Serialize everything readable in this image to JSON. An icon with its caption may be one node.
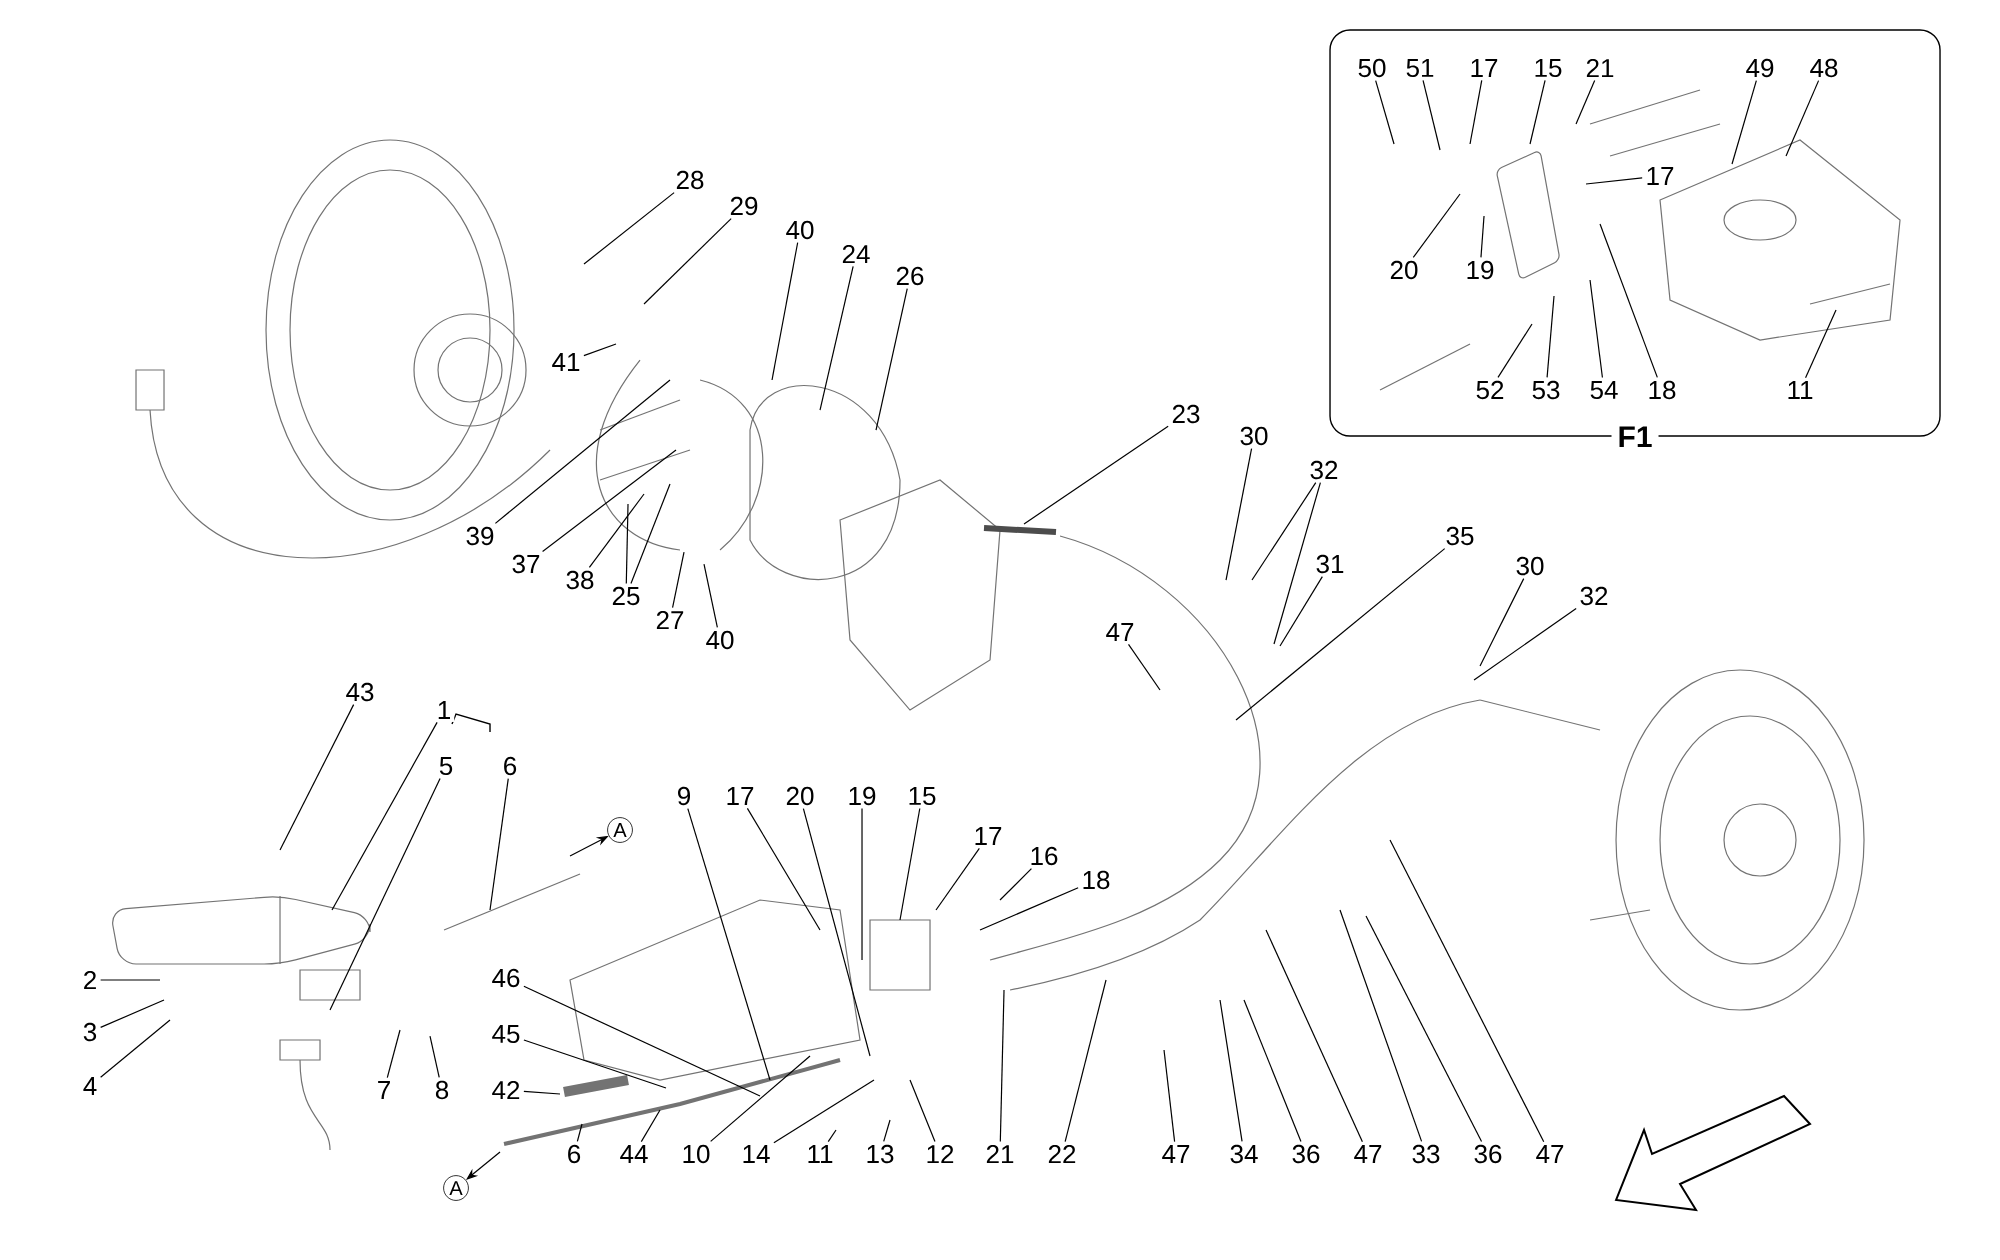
{
  "diagram": {
    "nodes": [
      {
        "text": [
          "F1"
        ]
      },
      {
        "text": [
          "50"
        ],
        "in": 0
      },
      {
        "text": [
          "51"
        ],
        "in": 0
      },
      {
        "text": [
          "17"
        ],
        "in": 0
      },
      {
        "text": [
          "15"
        ],
        "in": 0
      },
      {
        "text": [
          "21"
        ],
        "in": 0
      },
      {
        "text": [
          "49"
        ],
        "in": 0
      },
      {
        "text": [
          "48"
        ],
        "in": 0
      },
      {
        "text": [
          "17"
        ],
        "in": 0
      },
      {
        "text": [
          "20"
        ],
        "in": 0
      },
      {
        "text": [
          "19"
        ],
        "in": 0
      },
      {
        "text": [
          "52"
        ],
        "in": 0
      },
      {
        "text": [
          "53"
        ],
        "in": 0
      },
      {
        "text": [
          "54"
        ],
        "in": 0
      },
      {
        "text": [
          "18"
        ],
        "in": 0
      },
      {
        "text": [
          "11"
        ],
        "in": 0
      },
      {
        "text": [
          "28"
        ]
      },
      {
        "text": [
          "29"
        ]
      },
      {
        "text": [
          "40"
        ]
      },
      {
        "text": [
          "24"
        ]
      },
      {
        "text": [
          "26"
        ]
      },
      {
        "text": [
          "41"
        ]
      },
      {
        "text": [
          "23"
        ]
      },
      {
        "text": [
          "30"
        ]
      },
      {
        "text": [
          "32"
        ]
      },
      {
        "text": [
          "39"
        ]
      },
      {
        "text": [
          "37"
        ]
      },
      {
        "text": [
          "31"
        ]
      },
      {
        "text": [
          "35"
        ]
      },
      {
        "text": [
          "30"
        ]
      },
      {
        "text": [
          "38"
        ]
      },
      {
        "text": [
          "25"
        ]
      },
      {
        "text": [
          "32"
        ]
      },
      {
        "text": [
          "27"
        ]
      },
      {
        "text": [
          "47"
        ]
      },
      {
        "text": [
          "40"
        ]
      },
      {
        "text": [
          "43"
        ]
      },
      {
        "text": [
          "1"
        ]
      },
      {
        "text": [
          "5"
        ]
      },
      {
        "text": [
          "6"
        ]
      },
      {
        "text": [
          "A"
        ]
      },
      {
        "text": [
          "9"
        ]
      },
      {
        "text": [
          "17"
        ]
      },
      {
        "text": [
          "20"
        ]
      },
      {
        "text": [
          "19"
        ]
      },
      {
        "text": [
          "15"
        ]
      },
      {
        "text": [
          "17"
        ]
      },
      {
        "text": [
          "16"
        ]
      },
      {
        "text": [
          "18"
        ]
      },
      {
        "text": [
          "2"
        ]
      },
      {
        "text": [
          "46"
        ]
      },
      {
        "text": [
          "3"
        ]
      },
      {
        "text": [
          "45"
        ]
      },
      {
        "text": [
          "4"
        ]
      },
      {
        "text": [
          "7"
        ]
      },
      {
        "text": [
          "8"
        ]
      },
      {
        "text": [
          "42"
        ]
      },
      {
        "text": [
          "6"
        ]
      },
      {
        "text": [
          "44"
        ]
      },
      {
        "text": [
          "10"
        ]
      },
      {
        "text": [
          "14"
        ]
      },
      {
        "text": [
          "11"
        ]
      },
      {
        "text": [
          "13"
        ]
      },
      {
        "text": [
          "12"
        ]
      },
      {
        "text": [
          "21"
        ]
      },
      {
        "text": [
          "22"
        ]
      },
      {
        "text": [
          "47"
        ]
      },
      {
        "text": [
          "34"
        ]
      },
      {
        "text": [
          "36"
        ]
      },
      {
        "text": [
          "47"
        ]
      },
      {
        "text": [
          "33"
        ]
      },
      {
        "text": [
          "36"
        ]
      },
      {
        "text": [
          "47"
        ]
      },
      {
        "text": [
          "A"
        ]
      }
    ],
    "edges": [
      {
        "from": 1,
        "to": null,
        "arrow": "none"
      },
      {
        "from": 2,
        "to": null,
        "arrow": "none"
      },
      {
        "from": 3,
        "to": null,
        "arrow": "none"
      },
      {
        "from": 4,
        "to": null,
        "arrow": "none"
      },
      {
        "from": 5,
        "to": null,
        "arrow": "none"
      },
      {
        "from": 6,
        "to": null,
        "arrow": "none"
      },
      {
        "from": 7,
        "to": null,
        "arrow": "none"
      },
      {
        "from": 8,
        "to": null,
        "arrow": "none"
      },
      {
        "from": 9,
        "to": null,
        "arrow": "none"
      },
      {
        "from": 10,
        "to": null,
        "arrow": "none"
      },
      {
        "from": 11,
        "to": null,
        "arrow": "none"
      },
      {
        "from": 12,
        "to": null,
        "arrow": "none"
      },
      {
        "from": 13,
        "to": null,
        "arrow": "none"
      },
      {
        "from": 14,
        "to": null,
        "arrow": "none"
      },
      {
        "from": 15,
        "to": null,
        "arrow": "none"
      },
      {
        "from": 16,
        "to": null,
        "arrow": "none"
      },
      {
        "from": 17,
        "to": null,
        "arrow": "none"
      },
      {
        "from": 18,
        "to": null,
        "arrow": "none"
      },
      {
        "from": 19,
        "to": null,
        "arrow": "none"
      },
      {
        "from": 20,
        "to": null,
        "arrow": "none"
      },
      {
        "from": 21,
        "to": null,
        "arrow": "none"
      },
      {
        "from": 22,
        "to": null,
        "arrow": "none"
      },
      {
        "from": 23,
        "to": null,
        "arrow": "none"
      },
      {
        "from": 24,
        "to": null,
        "arrow": "none"
      },
      {
        "from": 24,
        "to": null,
        "arrow": "none"
      },
      {
        "from": 25,
        "to": null,
        "arrow": "none"
      },
      {
        "from": 26,
        "to": null,
        "arrow": "none"
      },
      {
        "from": 30,
        "to": null,
        "arrow": "none"
      },
      {
        "from": 31,
        "to": null,
        "arrow": "none"
      },
      {
        "from": 31,
        "to": null,
        "arrow": "none"
      },
      {
        "from": 33,
        "to": null,
        "arrow": "none"
      },
      {
        "from": 35,
        "to": null,
        "arrow": "none"
      },
      {
        "from": 27,
        "to": null,
        "arrow": "none"
      },
      {
        "from": 28,
        "to": null,
        "arrow": "none"
      },
      {
        "from": 29,
        "to": null,
        "arrow": "none"
      },
      {
        "from": 32,
        "to": null,
        "arrow": "none"
      },
      {
        "from": 34,
        "to": null,
        "arrow": "none"
      },
      {
        "from": 36,
        "to": null,
        "arrow": "none"
      },
      {
        "from": 37,
        "to": null,
        "arrow": "none"
      },
      {
        "from": 38,
        "to": null,
        "arrow": "none"
      },
      {
        "from": 39,
        "to": null,
        "arrow": "none"
      },
      {
        "from": null,
        "to": 40,
        "arrow": "to"
      },
      {
        "from": 41,
        "to": null,
        "arrow": "none"
      },
      {
        "from": 42,
        "to": null,
        "arrow": "none"
      },
      {
        "from": 43,
        "to": null,
        "arrow": "none"
      },
      {
        "from": 44,
        "to": null,
        "arrow": "none"
      },
      {
        "from": 45,
        "to": null,
        "arrow": "none"
      },
      {
        "from": 46,
        "to": null,
        "arrow": "none"
      },
      {
        "from": 47,
        "to": null,
        "arrow": "none"
      },
      {
        "from": 48,
        "to": null,
        "arrow": "none"
      },
      {
        "from": 49,
        "to": null,
        "arrow": "none"
      },
      {
        "from": 50,
        "to": null,
        "arrow": "none"
      },
      {
        "from": 51,
        "to": null,
        "arrow": "none"
      },
      {
        "from": 52,
        "to": null,
        "arrow": "none"
      },
      {
        "from": 53,
        "to": null,
        "arrow": "none"
      },
      {
        "from": 54,
        "to": null,
        "arrow": "none"
      },
      {
        "from": 55,
        "to": null,
        "arrow": "none"
      },
      {
        "from": 56,
        "to": null,
        "arrow": "none"
      },
      {
        "from": 57,
        "to": null,
        "arrow": "none"
      },
      {
        "from": 58,
        "to": null,
        "arrow": "none"
      },
      {
        "from": 59,
        "to": null,
        "arrow": "none"
      },
      {
        "from": 60,
        "to": null,
        "arrow": "none"
      },
      {
        "from": 61,
        "to": null,
        "arrow": "none"
      },
      {
        "from": 62,
        "to": null,
        "arrow": "none"
      },
      {
        "from": 63,
        "to": null,
        "arrow": "none"
      },
      {
        "from": 64,
        "to": null,
        "arrow": "none"
      },
      {
        "from": 65,
        "to": null,
        "arrow": "none"
      },
      {
        "from": 66,
        "to": null,
        "arrow": "none"
      },
      {
        "from": 67,
        "to": null,
        "arrow": "none"
      },
      {
        "from": 68,
        "to": null,
        "arrow": "none"
      },
      {
        "from": 69,
        "to": null,
        "arrow": "none"
      },
      {
        "from": 70,
        "to": null,
        "arrow": "none"
      },
      {
        "from": 71,
        "to": null,
        "arrow": "none"
      },
      {
        "from": 72,
        "to": null,
        "arrow": "none"
      },
      {
        "from": null,
        "to": 73,
        "arrow": "to"
      }
    ]
  }
}
